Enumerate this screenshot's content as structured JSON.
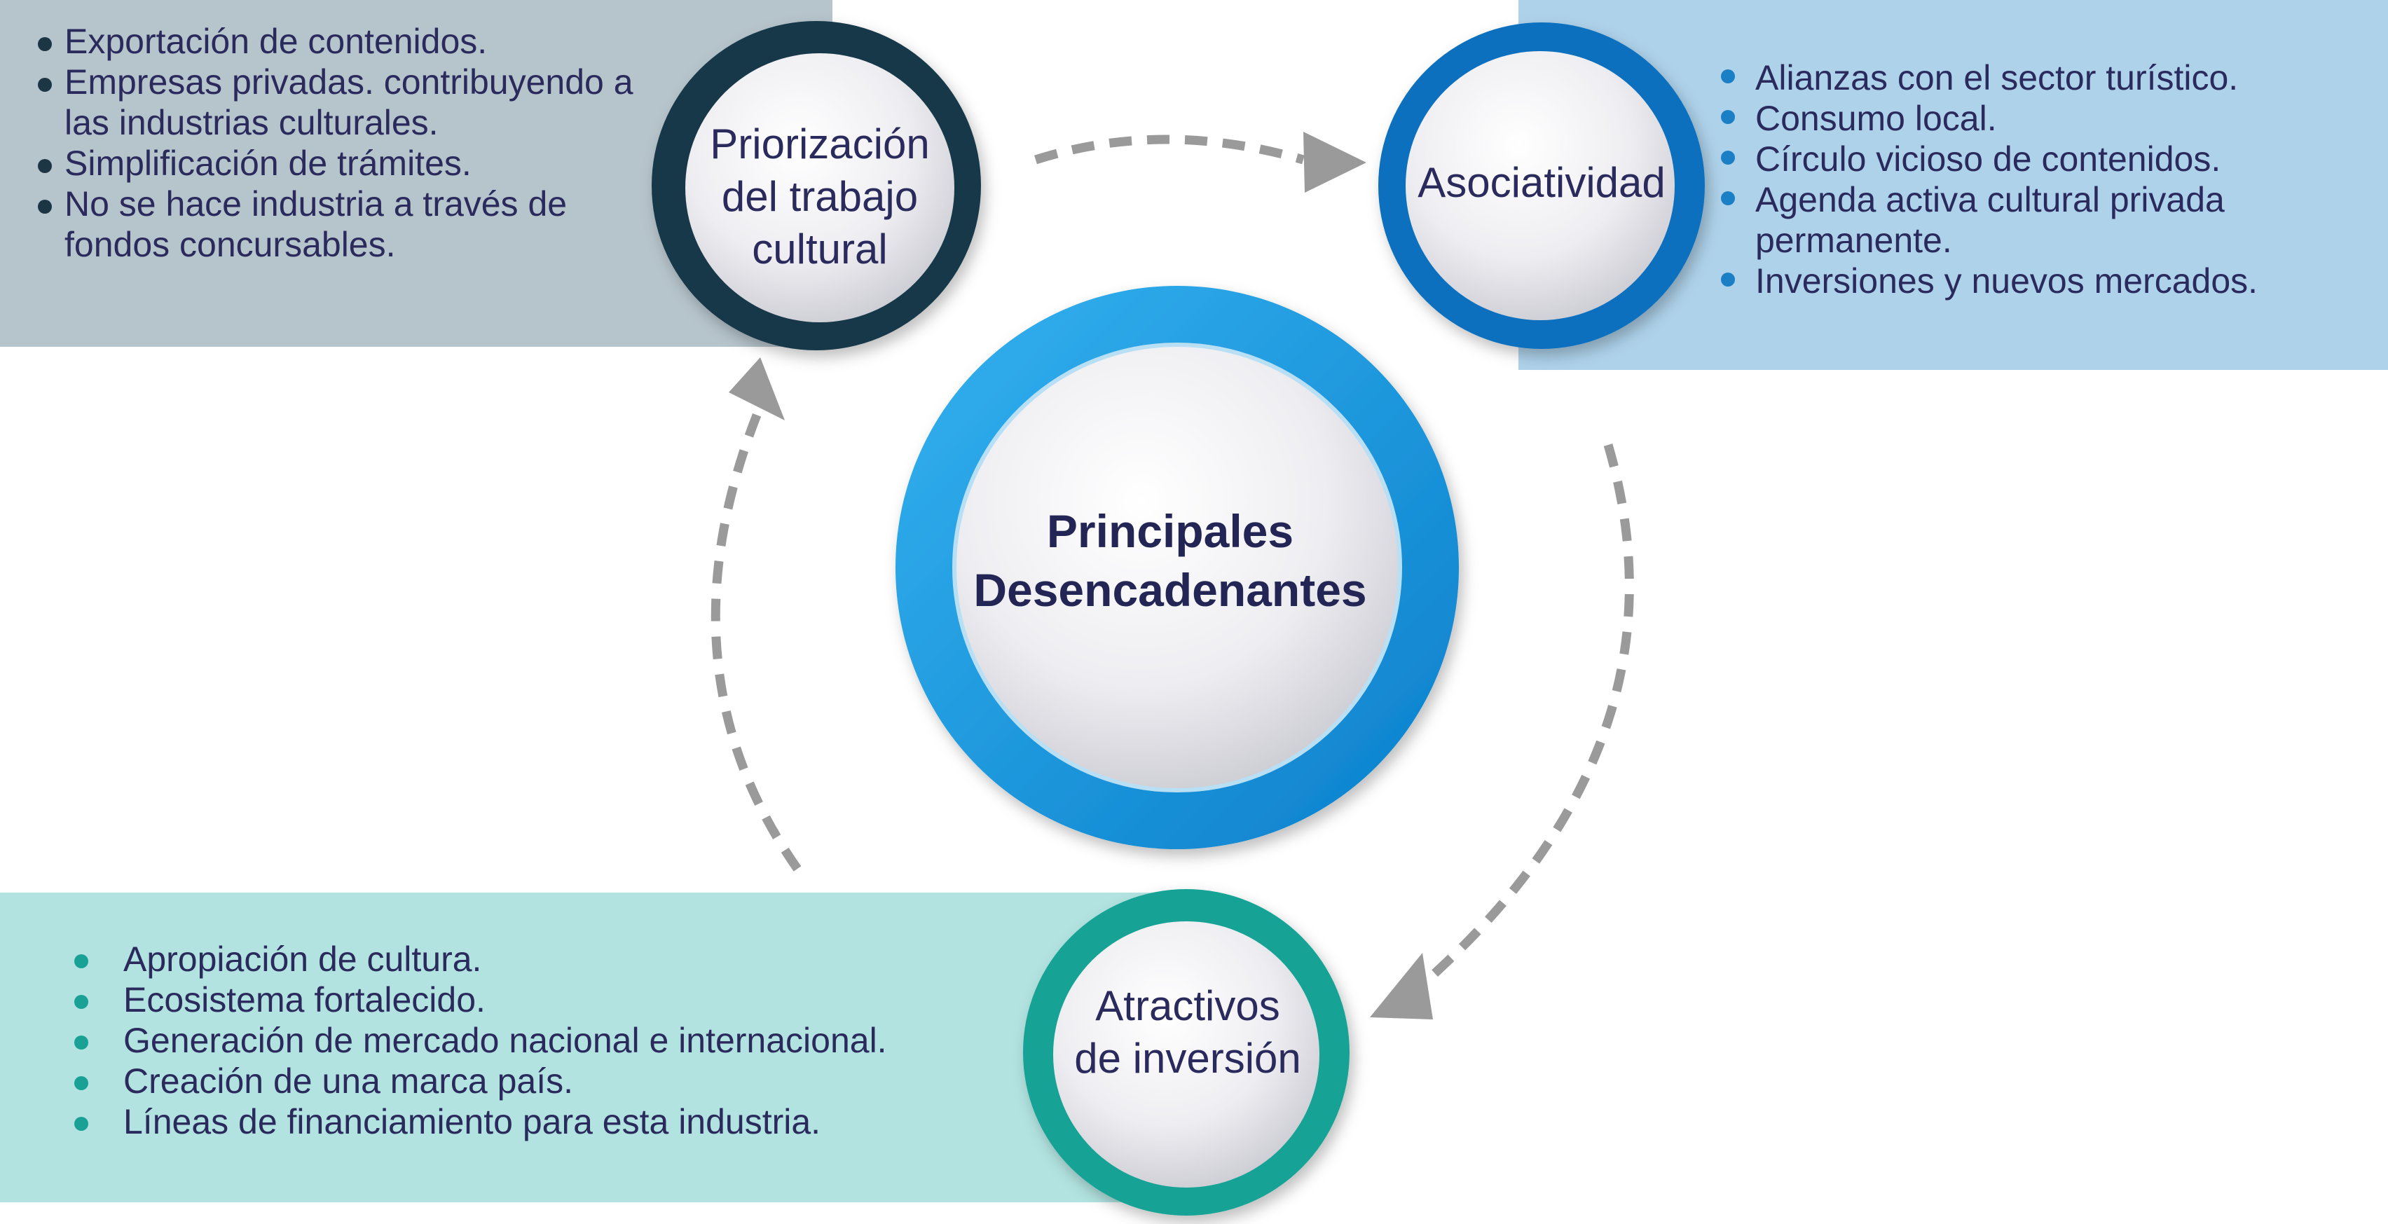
{
  "center": {
    "line1": "Principales",
    "line2": "Desencadenantes"
  },
  "nodes": {
    "priorizacion": {
      "lines": [
        "Priorización",
        "del trabajo",
        "cultural"
      ]
    },
    "asociatividad": {
      "label": "Asociatividad"
    },
    "atractivos": {
      "lines": [
        "Atractivos",
        "de inversión"
      ]
    }
  },
  "lists": {
    "top_left": [
      "Exportación de contenidos.",
      "Empresas privadas. contribuyendo a las industrias culturales.",
      "Simplificación de trámites.",
      "No se hace industria a través de fondos concursables."
    ],
    "top_right": [
      "Alianzas con el sector turístico.",
      "Consumo local.",
      "Círculo vicioso de contenidos.",
      "Agenda activa cultural privada permanente.",
      "Inversiones y nuevos mercados."
    ],
    "bottom_left": [
      "Apropiación de cultura.",
      "Ecosistema fortalecido.",
      "Generación de mercado nacional e internacional.",
      "Creación de una marca país.",
      "Líneas de financiamiento para esta industria."
    ]
  },
  "colors": {
    "panel_top_left": "#b6c4cb",
    "panel_top_right": "#aed2ea",
    "panel_bottom_left": "#b2e3e0",
    "ring_priorizacion": "#17394a",
    "ring_asociatividad": "#0b6fbf",
    "ring_atractivos": "#16a396",
    "ring_center": "#1e9be0",
    "text": "#2a2a5c",
    "arrows": "#9a9a9a"
  }
}
